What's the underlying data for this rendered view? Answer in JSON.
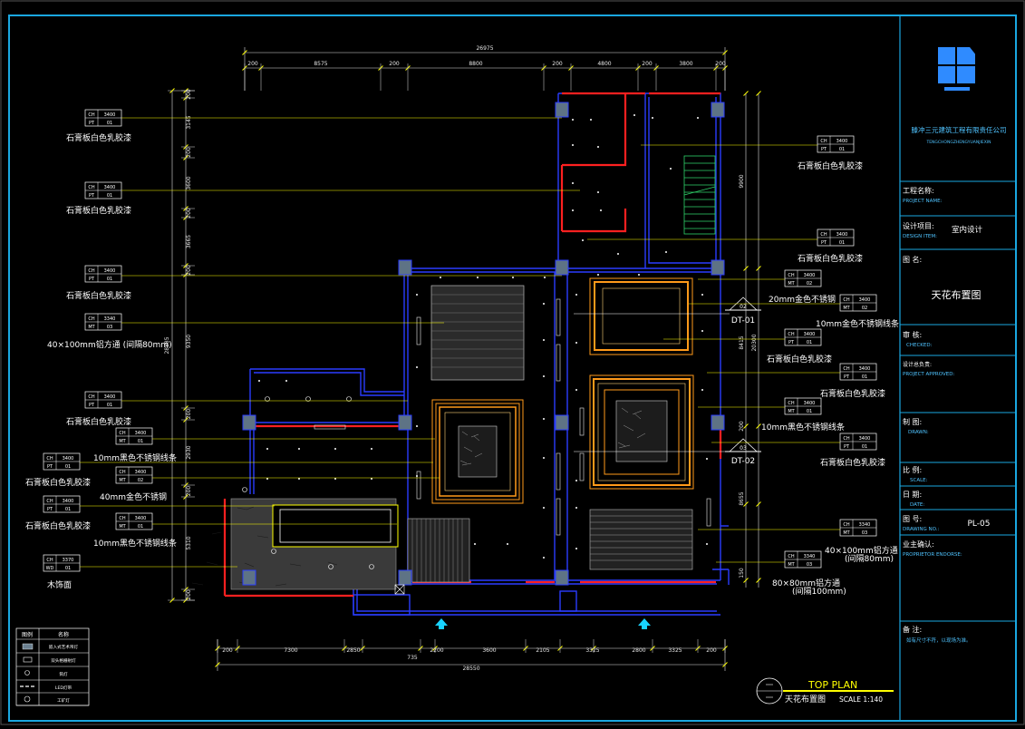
{
  "company": {
    "name_cn": "滕冲三元建筑工程有限责任公司",
    "name_en": "TENGCHONGZHENGYUANJIEXIN"
  },
  "title_block": {
    "project_name_cn": "工程名称:",
    "project_name_en": "PROJECT NAME:",
    "design_item_cn": "设计项目:",
    "design_item_en": "DESIGN ITEM:",
    "design_item_value": "室内设计",
    "drawing_name_cn": "图 名:",
    "drawing_title": "天花布置图",
    "checked_cn": "审 核:",
    "checked_en": "CHECKED:",
    "approved_cn": "设计总负责:",
    "approved_en": "PROJECT APPROVED:",
    "drawn_cn": "制 图:",
    "drawn_en": "DRAWN:",
    "scale_cn": "比 例:",
    "scale_en": "SCALE:",
    "date_cn": "日 期:",
    "date_en": "DATE:",
    "drawing_no_cn": "图 号:",
    "drawing_no_en": "DRAWING NO.:",
    "drawing_no_value": "PL-05",
    "endorse_cn": "业主确认:",
    "endorse_en": "PROPRIETOR ENDORSE:",
    "notes_cn": "备 注:",
    "notes_text": "如有尺寸不符，以现场为准。"
  },
  "plan_title": {
    "en": "TOP PLAN",
    "cn": "天花布置图",
    "scale": "SCALE 1:140"
  },
  "dimensions": {
    "top_total": "26975",
    "top_segments": [
      "200",
      "8575",
      "200",
      "8800",
      "200",
      "4800",
      "200",
      "3800",
      "200"
    ],
    "bottom_segments": [
      "200",
      "7300",
      "2850",
      "2200",
      "3600",
      "2105",
      "3325",
      "2800",
      "3325",
      "200"
    ],
    "bottom_sub": "735",
    "bottom_total": "28550",
    "left_total": "28885",
    "left_segments": [
      "200",
      "3145",
      "200",
      "3600",
      "200",
      "3665",
      "200",
      "9350",
      "200",
      "2930",
      "200",
      "5310",
      "200"
    ],
    "right_upper": "9900",
    "right_mid": "20300",
    "right_a": "8415",
    "right_b": "8655",
    "right_c": "200",
    "right_d": "150"
  },
  "left_callouts": [
    {
      "top": "CH 3400",
      "bot": "PT 01",
      "text": "石膏板白色乳胶漆"
    },
    {
      "top": "CH 3400",
      "bot": "PT 01",
      "text": "石膏板白色乳胶漆"
    },
    {
      "top": "CH 3400",
      "bot": "PT 01",
      "text": "石膏板白色乳胶漆"
    },
    {
      "top": "CH 3340",
      "bot": "MT 03",
      "text": "40×100mm铝方通 (间隔80mm)"
    },
    {
      "top": "CH 3400",
      "bot": "PT 01",
      "text": "石膏板白色乳胶漆"
    },
    {
      "top": "CH 3400",
      "bot": "MT 01",
      "text": "10mm黑色不锈钢线条"
    },
    {
      "top": "CH 3400",
      "bot": "PT 01",
      "text": "石膏板白色乳胶漆"
    },
    {
      "top": "CH 3400",
      "bot": "MT 02",
      "text": "40mm金色不锈钢"
    },
    {
      "top": "CH 3400",
      "bot": "PT 01",
      "text": "石膏板白色乳胶漆"
    },
    {
      "top": "CH 3400",
      "bot": "MT 01",
      "text": "10mm黑色不锈钢线条"
    },
    {
      "top": "CH 3370",
      "bot": "WD 01",
      "text": "木饰面"
    }
  ],
  "right_callouts": [
    {
      "top": "CH 3400",
      "bot": "PT 01",
      "text": "石膏板白色乳胶漆"
    },
    {
      "top": "CH 3400",
      "bot": "PT 01",
      "text": "石膏板白色乳胶漆"
    },
    {
      "top": "CH 3400",
      "bot": "MT 02",
      "text": "20mm金色不锈钢"
    },
    {
      "top": "CH 3400",
      "bot": "MT 02",
      "text": "10mm金色不锈钢线条"
    },
    {
      "top": "CH 3400",
      "bot": "PT 01",
      "text": "石膏板白色乳胶漆"
    },
    {
      "top": "CH 3400",
      "bot": "PT 01",
      "text": "石膏板白色乳胶漆"
    },
    {
      "top": "CH 3400",
      "bot": "MT 01",
      "text": "10mm黑色不锈钢线条"
    },
    {
      "top": "CH 3400",
      "bot": "PT 01",
      "text": "石膏板白色乳胶漆"
    },
    {
      "top": "CH 3340",
      "bot": "MT 03",
      "text": "40×100mm铝方通 (间隔80mm)"
    },
    {
      "top": "CH 3340",
      "bot": "MT 03",
      "text": "80×80mm铝方通 (间隔100mm)"
    }
  ],
  "section_markers": [
    {
      "num": "02",
      "ref": "DT-01"
    },
    {
      "num": "03",
      "ref": "DT-02"
    }
  ],
  "legend": {
    "header_symbol": "图例",
    "header_name": "名称",
    "items": [
      "嵌入式艺术吊灯",
      "双头格栅射灯",
      "筒灯",
      "LED灯带",
      "工矿灯"
    ]
  },
  "colors": {
    "frame": "#1aa7e0",
    "wall": "#2a3cff",
    "red": "#ff2020",
    "orange": "#ff9a1a",
    "yellow": "#ffff00",
    "cyan": "#19d3ff",
    "column": "#6b8090"
  }
}
